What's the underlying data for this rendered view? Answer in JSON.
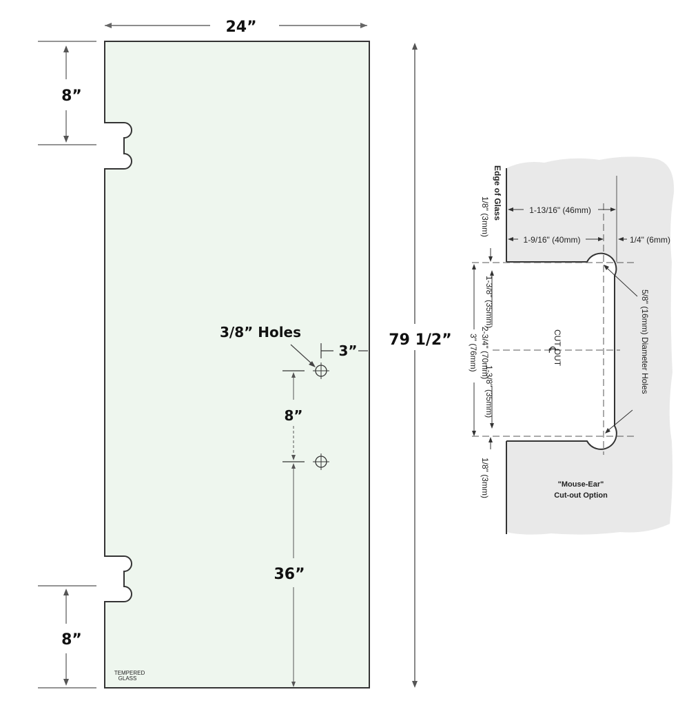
{
  "panel": {
    "width_label": "24”",
    "height_label": "79 1/2”",
    "top_hinge_offset": "8”",
    "bottom_hinge_offset": "8”",
    "holes_label": "3/8” Holes",
    "holes_edge_offset": "3”",
    "holes_spacing": "8”",
    "holes_height": "36”",
    "stamp_line1": "TEMPERED",
    "stamp_line2": "GLASS",
    "glass_color": "#eef6ee"
  },
  "detail": {
    "edge_of_glass": "Edge of Glass",
    "dim_overall": "1-13/16\" (46mm)",
    "dim_inner": "1-9/16\" (40mm)",
    "dim_right": "1/4\" (6mm)",
    "dim_top_gap": "1/8\" (3mm)",
    "dim_bottom_gap": "1/8\" (3mm)",
    "dim_upper_half": "1-3/8\" (35mm)",
    "dim_lower_half": "1-3/8\" (35mm)",
    "dim_inner_height": "2-3/4\" (70mm)",
    "dim_outer_height": "3\" (76mm)",
    "cutout_label": "CUT OUT",
    "centerline_symbol": "℄",
    "holes_note": "5/8\" (16mm) Diameter Holes",
    "option_line1": "\"Mouse-Ear\"",
    "option_line2": "Cut-out Option",
    "background_color": "#e9e9e9"
  }
}
